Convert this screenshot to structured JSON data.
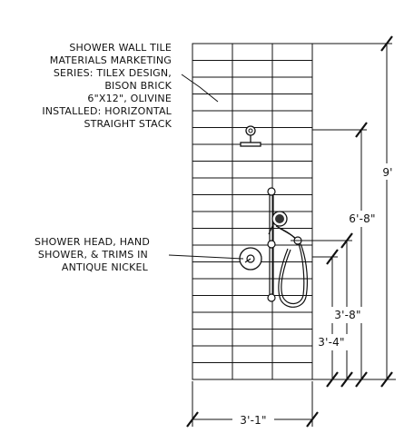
{
  "notes": {
    "tile": [
      "SHOWER WALL TILE",
      "MATERIALS MARKETING",
      "SERIES: TILEX DESIGN,",
      "BISON BRICK",
      "6\"X12\", OLIVINE",
      "INSTALLED: HORIZONTAL",
      "STRAIGHT STACK"
    ],
    "fixtures": [
      "SHOWER HEAD, HAND",
      "SHOWER, & TRIMS IN",
      "ANTIQUE NICKEL"
    ]
  },
  "dimensions": {
    "total_height": "9'",
    "shower_head_height": "6'-8\"",
    "hand_shower_height": "3'-8\"",
    "valve_height": "3'-4\"",
    "wall_width": "3'-1\""
  }
}
